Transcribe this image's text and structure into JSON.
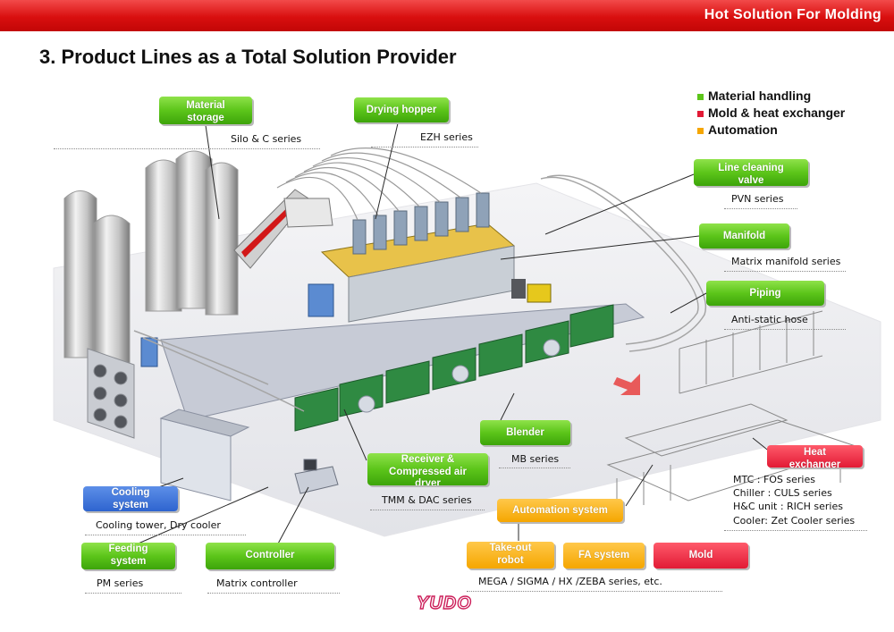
{
  "header": {
    "title": "Hot  Solution For Molding"
  },
  "page": {
    "title": "3. Product Lines as a Total Solution Provider"
  },
  "legend": {
    "items": [
      {
        "label": "Material handling",
        "color": "#5cc51a"
      },
      {
        "label": "Mold & heat exchanger",
        "color": "#e21a35"
      },
      {
        "label": "Automation",
        "color": "#f5a600"
      }
    ]
  },
  "labels": {
    "material_storage": {
      "line1": "Material",
      "line2": "storage",
      "desc": "Silo & C series",
      "category": "material-handling"
    },
    "drying_hopper": {
      "line1": "Drying hopper",
      "desc": "EZH series",
      "category": "material-handling"
    },
    "line_cleaning_valve": {
      "line1": "Line cleaning",
      "line2": "valve",
      "desc": "PVN series",
      "category": "material-handling"
    },
    "manifold": {
      "line1": "Manifold",
      "desc": "Matrix manifold series",
      "category": "material-handling"
    },
    "piping": {
      "line1": "Piping",
      "desc": "Anti-static hose",
      "category": "material-handling"
    },
    "blender": {
      "line1": "Blender",
      "desc": "MB series",
      "category": "material-handling"
    },
    "receiver": {
      "line1": "Receiver &",
      "line2": "Compressed air",
      "line3": "dryer",
      "desc": "TMM & DAC series",
      "category": "material-handling"
    },
    "cooling_system": {
      "line1": "Cooling",
      "line2": "system",
      "desc": "Cooling tower, Dry cooler",
      "category": "cooling"
    },
    "feeding_system": {
      "line1": "Feeding",
      "line2": "system",
      "desc": "PM series",
      "category": "material-handling"
    },
    "controller": {
      "line1": "Controller",
      "desc": "Matrix controller",
      "category": "material-handling"
    },
    "automation_system": {
      "line1": "Automation system",
      "category": "automation"
    },
    "take_out_robot": {
      "line1": "Take-out",
      "line2": "robot",
      "category": "automation"
    },
    "fa_system": {
      "line1": "FA system",
      "category": "automation"
    },
    "automation_desc": "MEGA / SIGMA / HX /ZEBA series, etc.",
    "mold": {
      "line1": "Mold",
      "category": "mold-heat-exchanger"
    },
    "heat_exchanger": {
      "line1": "Heat",
      "line2": "exchanger",
      "desc_lines": [
        "MTC : FOS series",
        "Chiller : CULS series",
        "H&C unit : RICH series",
        "Cooler: Zet Cooler series"
      ],
      "category": "mold-heat-exchanger"
    }
  },
  "logo": {
    "text": "YUDO"
  }
}
